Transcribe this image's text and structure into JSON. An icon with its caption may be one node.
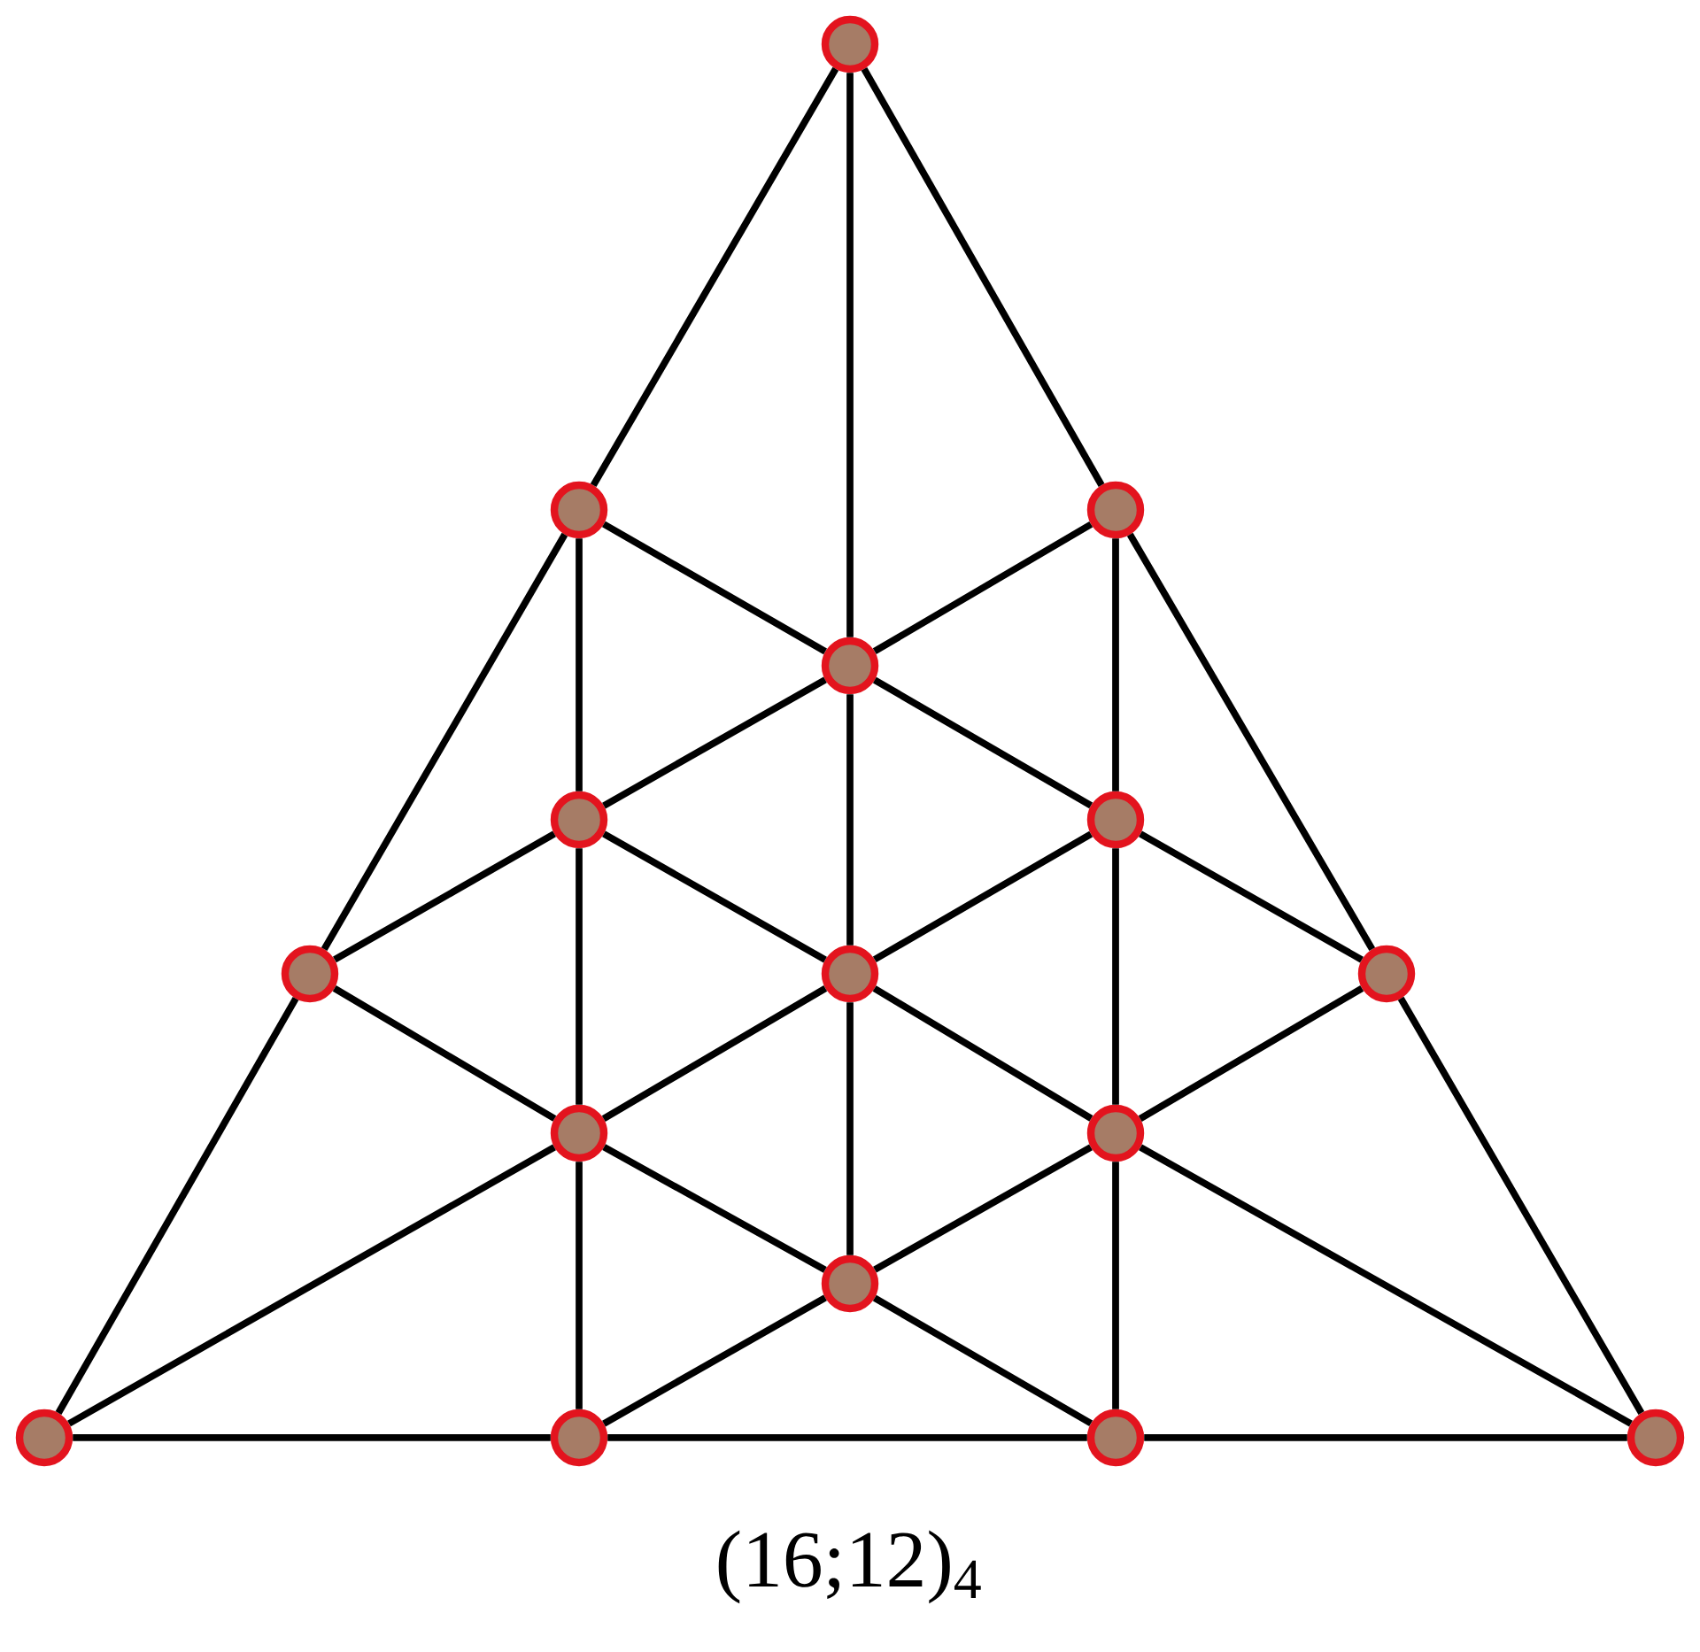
{
  "diagram": {
    "nodes": [
      {
        "text": [],
        "shape": "circle"
      },
      {
        "text": [],
        "shape": "circle"
      },
      {
        "text": [],
        "shape": "circle"
      },
      {
        "text": [],
        "shape": "circle"
      },
      {
        "text": [],
        "shape": "circle"
      },
      {
        "text": [],
        "shape": "circle"
      },
      {
        "text": [],
        "shape": "circle"
      },
      {
        "text": [],
        "shape": "circle"
      },
      {
        "text": [],
        "shape": "circle"
      },
      {
        "text": [],
        "shape": "circle"
      },
      {
        "text": [],
        "shape": "circle"
      },
      {
        "text": [],
        "shape": "circle"
      },
      {
        "text": [],
        "shape": "circle"
      },
      {
        "text": [],
        "shape": "circle"
      },
      {
        "text": [],
        "shape": "circle"
      },
      {
        "text": [],
        "shape": "circle"
      }
    ],
    "edges": [
      {
        "from": 0,
        "to": 1,
        "arrow": "none"
      },
      {
        "from": 1,
        "to": 6,
        "arrow": "none"
      },
      {
        "from": 6,
        "to": 12,
        "arrow": "none"
      },
      {
        "from": 0,
        "to": 2,
        "arrow": "none"
      },
      {
        "from": 2,
        "to": 8,
        "arrow": "none"
      },
      {
        "from": 8,
        "to": 15,
        "arrow": "none"
      },
      {
        "from": 12,
        "to": 13,
        "arrow": "none"
      },
      {
        "from": 13,
        "to": 14,
        "arrow": "none"
      },
      {
        "from": 14,
        "to": 15,
        "arrow": "none"
      },
      {
        "from": 0,
        "to": 3,
        "arrow": "none"
      },
      {
        "from": 3,
        "to": 7,
        "arrow": "none"
      },
      {
        "from": 7,
        "to": 11,
        "arrow": "none"
      },
      {
        "from": 1,
        "to": 4,
        "arrow": "none"
      },
      {
        "from": 4,
        "to": 9,
        "arrow": "none"
      },
      {
        "from": 9,
        "to": 13,
        "arrow": "none"
      },
      {
        "from": 2,
        "to": 5,
        "arrow": "none"
      },
      {
        "from": 5,
        "to": 10,
        "arrow": "none"
      },
      {
        "from": 10,
        "to": 14,
        "arrow": "none"
      },
      {
        "from": 1,
        "to": 3,
        "arrow": "none"
      },
      {
        "from": 3,
        "to": 5,
        "arrow": "none"
      },
      {
        "from": 5,
        "to": 8,
        "arrow": "none"
      },
      {
        "from": 2,
        "to": 3,
        "arrow": "none"
      },
      {
        "from": 3,
        "to": 4,
        "arrow": "none"
      },
      {
        "from": 4,
        "to": 6,
        "arrow": "none"
      },
      {
        "from": 6,
        "to": 9,
        "arrow": "none"
      },
      {
        "from": 9,
        "to": 11,
        "arrow": "none"
      },
      {
        "from": 11,
        "to": 14,
        "arrow": "none"
      },
      {
        "from": 8,
        "to": 10,
        "arrow": "none"
      },
      {
        "from": 10,
        "to": 11,
        "arrow": "none"
      },
      {
        "from": 11,
        "to": 13,
        "arrow": "none"
      },
      {
        "from": 12,
        "to": 9,
        "arrow": "none"
      },
      {
        "from": 9,
        "to": 7,
        "arrow": "none"
      },
      {
        "from": 7,
        "to": 5,
        "arrow": "none"
      },
      {
        "from": 15,
        "to": 10,
        "arrow": "none"
      },
      {
        "from": 10,
        "to": 7,
        "arrow": "none"
      },
      {
        "from": 7,
        "to": 4,
        "arrow": "none"
      }
    ],
    "labels": [
      "(16;12)$_{4}$"
    ]
  }
}
